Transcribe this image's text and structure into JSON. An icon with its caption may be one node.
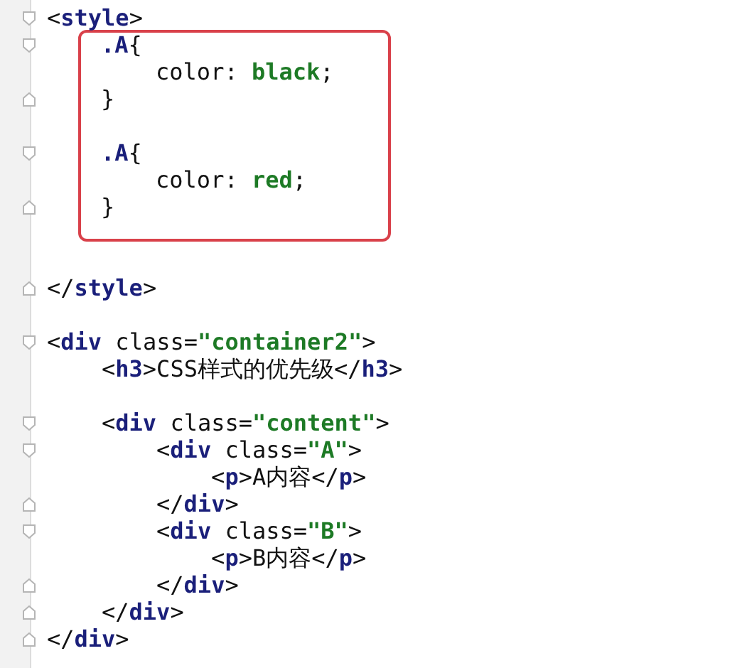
{
  "diagram": {
    "nodes": [
      {
        "text": [
          ".A{",
          "color: black;",
          "}",
          ".A{",
          "color: red;",
          "}"
        ]
      }
    ],
    "labels": [
      "<style>",
      "</style>",
      "<div class=\"container2\">",
      "<h3>CSS样式的优先级</h3>",
      "<div class=\"content\">",
      "<div class=\"A\">",
      "<p>A内容</p>",
      "</div>",
      "<div class=\"B\">",
      "<p>B内容</p>",
      "</div>",
      "</div>",
      "</div>"
    ]
  }
}
